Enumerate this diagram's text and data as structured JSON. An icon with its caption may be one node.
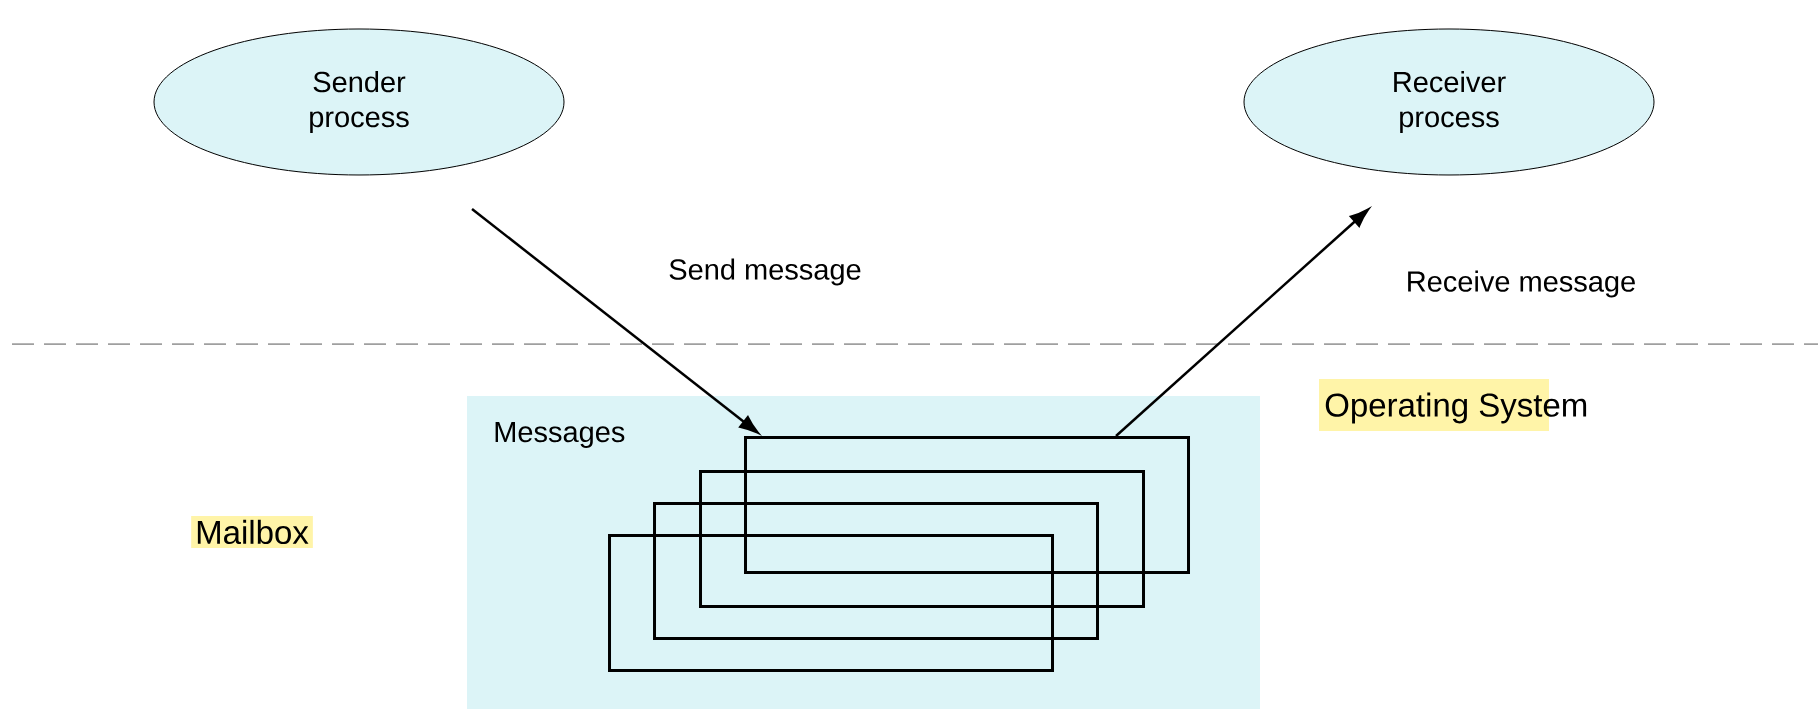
{
  "diagram": {
    "nodes": [
      {
        "text": [
          "Sender process"
        ]
      },
      {
        "text": [
          "Receiver process"
        ]
      },
      {
        "text": [
          "Messages"
        ]
      },
      {
        "text": [],
        "shape": "box",
        "in": 2
      },
      {
        "text": [],
        "shape": "box",
        "in": 2
      },
      {
        "text": [],
        "shape": "box",
        "in": 2
      },
      {
        "text": [],
        "shape": "box",
        "in": 2
      }
    ],
    "edges": [
      {
        "from": 0,
        "to": 6,
        "arrow": "to",
        "label": "Send message"
      },
      {
        "from": 6,
        "to": 1,
        "arrow": "to",
        "label": "Receive message"
      }
    ],
    "labels": [
      "Operating System",
      "Mailbox"
    ]
  }
}
